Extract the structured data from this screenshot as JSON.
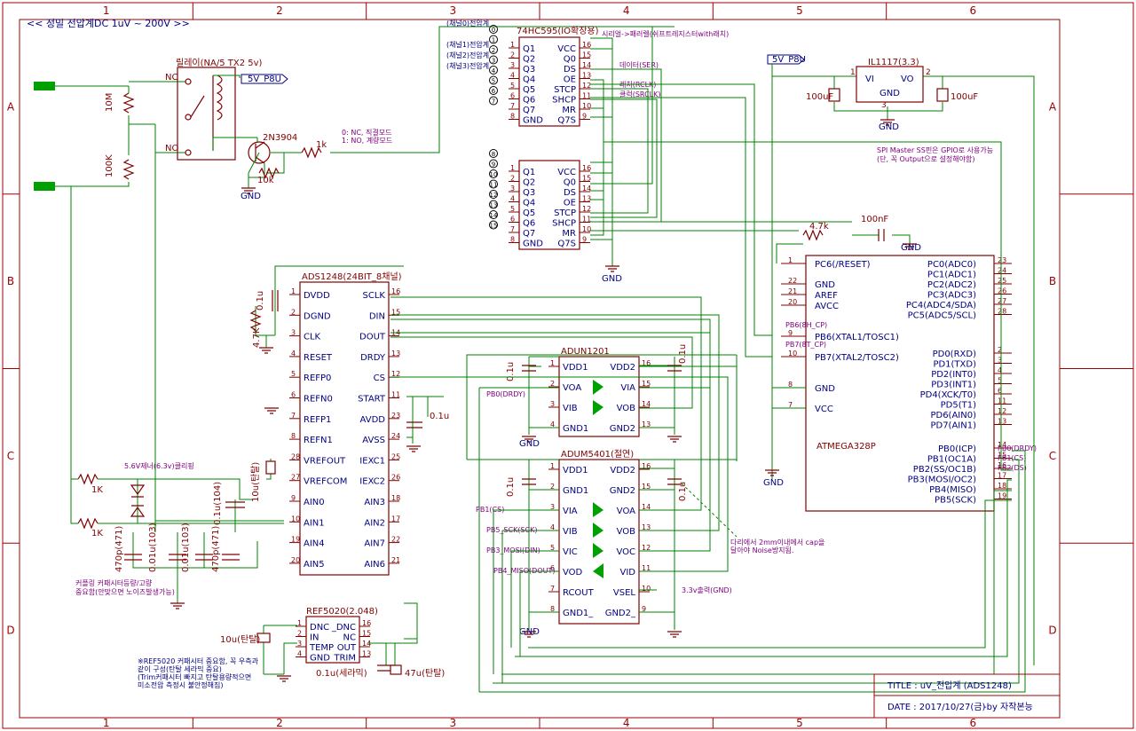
{
  "header": {
    "title": "<< 정밀 전압계DC 1uV ~ 200V >>"
  },
  "frame": {
    "cols": [
      "1",
      "2",
      "3",
      "4",
      "5",
      "6"
    ],
    "rows": [
      "A",
      "B",
      "C",
      "D"
    ]
  },
  "title_block": {
    "title": "TITLE : uV_전압계 (ADS1248)",
    "date": "DATE : 2017/10/27(금)",
    "author": "-by 자작본능"
  },
  "relay": {
    "name": "릴레이(NA/5 TX2 5v)",
    "nc": "NC",
    "no": "NO",
    "supply": "5V_P8U",
    "res1": "10M",
    "res2": "100K"
  },
  "transistor": {
    "name": "2N3904",
    "rb": "1k",
    "rbe": "10k",
    "gnd": "GND",
    "mode_note": [
      "0: NC, 직결모드",
      "1: NO, 계량모드"
    ]
  },
  "shift_reg": {
    "name": "74HC595(IO확장용)",
    "pins_left": [
      "Q1",
      "Q2",
      "Q3",
      "Q4",
      "Q5",
      "Q6",
      "Q7",
      "GND"
    ],
    "pins_right": [
      "VCC",
      "Q0",
      "DS",
      "OE",
      "STCP",
      "SHCP",
      "MR",
      "Q7S"
    ],
    "nums_left": [
      "1",
      "2",
      "3",
      "4",
      "5",
      "6",
      "7",
      "8"
    ],
    "nums_right": [
      "16",
      "15",
      "14",
      "13",
      "12",
      "11",
      "10",
      "9"
    ],
    "ch": [
      "(채널0)전압계",
      "(채널1)전압계",
      "(채널2)전압계",
      "(채널3)전압계"
    ],
    "sig": [
      "시리얼->패러렐(쉬프트레지스터with래치)",
      "데이터(SER)",
      "래치(RCLK)",
      "클럭(SRCLK)"
    ],
    "left_num1": [
      "0",
      "1",
      "2",
      "3",
      "4",
      "5",
      "6",
      "7"
    ],
    "left_num2": [
      "8",
      "9",
      "10",
      "11",
      "12",
      "13",
      "14",
      "15"
    ],
    "gnd": "GND"
  },
  "ldo": {
    "name": "IL1117(3.3)",
    "vi": "VI",
    "vo": "VO",
    "gnd": "GND",
    "cin": "100uF",
    "cout": "100uF",
    "pin1": "1",
    "pin2": "2",
    "pin3": "3",
    "supply": "5V_P8U",
    "gndlbl": "GND"
  },
  "spi_note": [
    "SPI Master SS핀은 GPIO로 사용가능",
    "(단, 꼭 Output으로 설정해야함)"
  ],
  "ads": {
    "name": "ADS1248(24BIT_8채널)",
    "left": [
      "DVDD",
      "DGND",
      "CLK",
      "RESET",
      "REFP0",
      "REFN0",
      "REFP1",
      "REFN1",
      "VREFOUT",
      "VREFCOM",
      "AIN0",
      "AIN1",
      "AIN4",
      "AIN5"
    ],
    "right": [
      "SCLK",
      "DIN",
      "DOUT",
      "DRDY",
      "CS",
      "START",
      "AVDD",
      "AVSS",
      "IEXC1",
      "IEXC2",
      "AIN3",
      "AIN2",
      "AIN7",
      "AIN6"
    ],
    "lnum": [
      "1",
      "2",
      "3",
      "4",
      "5",
      "6",
      "7",
      "8",
      "28",
      "27",
      "9",
      "10",
      "19",
      "20"
    ],
    "rnum": [
      "16",
      "15",
      "14",
      "13",
      "12",
      "11",
      "23",
      "24",
      "25",
      "26",
      "18",
      "17",
      "22",
      "21"
    ],
    "c1": "0.1u",
    "r1": "4.7K",
    "c2": "10u(탄탈)",
    "c3": "0.1u",
    "c4": "0.1u(104)"
  },
  "input": {
    "zener": "5.6V제너(6.3v)클리핑",
    "r1": "1K",
    "r2": "1K",
    "c1": "470p(471)",
    "c2": "0.01u(103)",
    "c3": "0.01u(103)",
    "c4": "470p(471)",
    "note": [
      "커플링 커패시터등량/고량",
      "중요함(안맞으면 노이즈발생가능)"
    ]
  },
  "ref": {
    "name": "REF5020(2.048)",
    "left": [
      "DNC",
      "IN",
      "TEMP",
      "GND"
    ],
    "right": [
      "_DNC",
      "NC",
      "OUT",
      "TRIM"
    ],
    "lnum": [
      "1",
      "2",
      "3",
      "4"
    ],
    "rnum": [
      "16",
      "15",
      "14",
      "13"
    ],
    "c1": "10u(탄탈)",
    "c2": "0.1u(세라믹)",
    "c3": "47u(탄탈)",
    "note": [
      "※REF5020 커패시터 중요함, 꼭 우측과",
      "같이 구성(탄탈 세라믹 중요)",
      "(Trim커패시터 빠지고 탄탈용량적으면",
      "미소전압 측정시 불안정해짐)"
    ]
  },
  "adum1": {
    "name": "ADUN1201",
    "left": [
      "VDD1",
      "VOA",
      "VIB",
      "GND1"
    ],
    "right": [
      "VDD2",
      "VIA",
      "VOB",
      "GND2"
    ],
    "lnum": [
      "1",
      "2",
      "3",
      "4"
    ],
    "rnum": [
      "16",
      "15",
      "14",
      "13"
    ],
    "c1": "0.1u",
    "c2": "0.1u",
    "sig": "PB0(DRDY)",
    "gnd": "GND"
  },
  "adum2": {
    "name": "ADUM5401(절연)",
    "left": [
      "VDD1",
      "GND1",
      "VIA",
      "VIB",
      "VIC",
      "VOD",
      "RCOUT",
      "GND1_"
    ],
    "right": [
      "VDD2",
      "GND2",
      "VOA",
      "VOB",
      "VOC",
      "VID",
      "VSEL",
      "GND2_"
    ],
    "lnum": [
      "1",
      "2",
      "3",
      "4",
      "5",
      "6",
      "7",
      "8"
    ],
    "rnum": [
      "16",
      "15",
      "14",
      "13",
      "12",
      "11",
      "10",
      "9"
    ],
    "c1": "0.1u",
    "c2": "0.1u",
    "sig": [
      "PB1(CS)",
      "PB5_SCK(SCK)",
      "PB3_MOSI(DIN)",
      "PB4_MISO(DOUT)"
    ],
    "out": "3.3v출력(GND)",
    "gnd": "GND",
    "note": [
      "다리에서 2mm이내에서 cap을",
      "달아야 Noise방지됨."
    ]
  },
  "mcu": {
    "name": "ATMEGA328P",
    "left": [
      "PC6(/RESET)",
      "GND",
      "AREF",
      "AVCC",
      "PB6(XTAL1/TOSC1)",
      "PB7(XTAL2/TOSC2)",
      "GND",
      "VCC"
    ],
    "lnum": [
      "1",
      "22",
      "21",
      "20",
      "9",
      "10",
      "8",
      "7"
    ],
    "right": [
      "PC0(ADC0)",
      "PC1(ADC1)",
      "PC2(ADC2)",
      "PC3(ADC3)",
      "PC4(ADC4/SDA)",
      "PC5(ADC5/SCL)",
      "PD0(RXD)",
      "PD1(TXD)",
      "PD2(INT0)",
      "PD3(INT1)",
      "PD4(XCK/T0)",
      "PD5(T1)",
      "PD6(AIN0)",
      "PD7(AIN1)",
      "PB0(ICP)",
      "PB1(OC1A)",
      "PB2(SS/OC1B)",
      "PB3(MOSI/OC2)",
      "PB4(MISO)",
      "PB5(SCK)"
    ],
    "rnum": [
      "23",
      "24",
      "25",
      "26",
      "27",
      "28",
      "2",
      "3",
      "4",
      "5",
      "6",
      "11",
      "12",
      "13",
      "14",
      "15",
      "16",
      "17",
      "18",
      "19"
    ],
    "r": "4.7k",
    "c": "100nF",
    "pb6": "PB6(8H_CP)",
    "pb7": "PB7(8T_CP)",
    "pb0": "PB0(DRDY)",
    "pb1": "PB1(CS)",
    "pb2": "PB2(DS)",
    "gnd": "GND"
  }
}
